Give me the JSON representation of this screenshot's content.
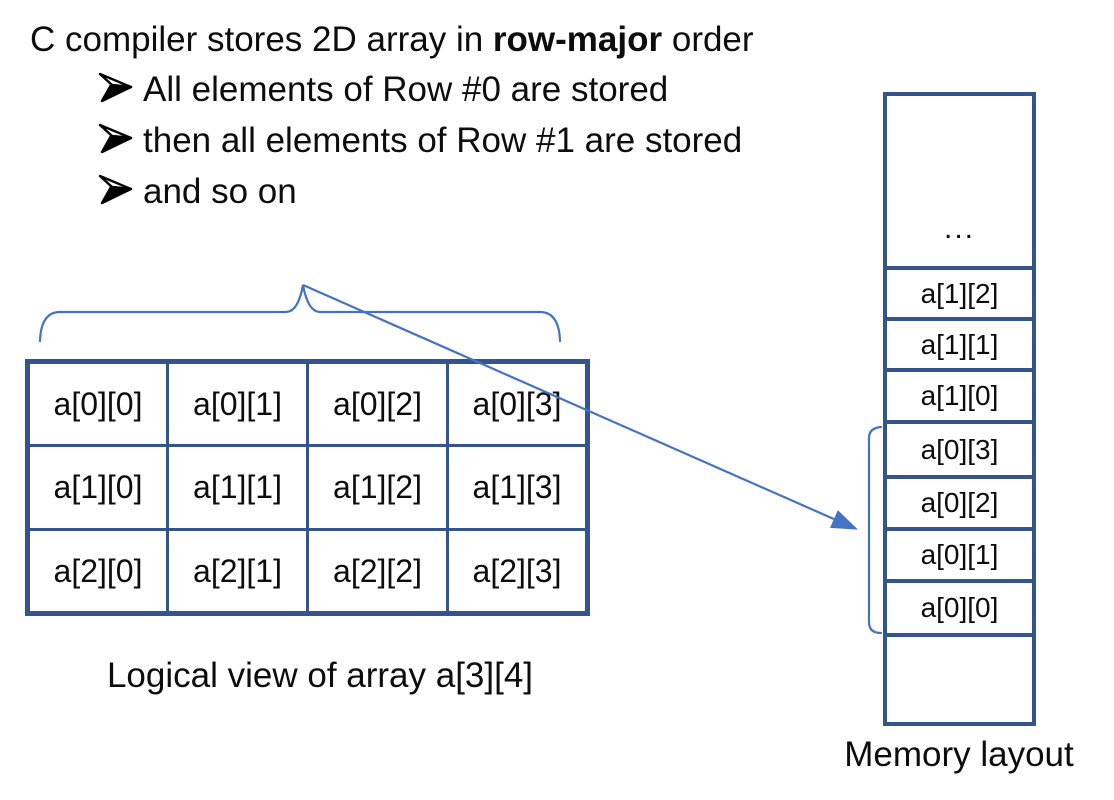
{
  "title": {
    "pre": "C compiler stores 2D array in ",
    "bold": "row-major",
    "post": " order"
  },
  "bullets": {
    "icon": "three-d-arrowhead-icon",
    "items": [
      {
        "text": "All elements of Row #0 are stored"
      },
      {
        "text": "then all elements of Row #1 are stored"
      },
      {
        "text": "and so on"
      }
    ]
  },
  "logical_table": {
    "rows": [
      [
        "a[0][0]",
        "a[0][1]",
        "a[0][2]",
        "a[0][3]"
      ],
      [
        "a[1][0]",
        "a[1][1]",
        "a[1][2]",
        "a[1][3]"
      ],
      [
        "a[2][0]",
        "a[2][1]",
        "a[2][2]",
        "a[2][3]"
      ]
    ],
    "caption": "Logical view of array a[3][4]"
  },
  "memory": {
    "ellipsis": "...",
    "cells_top_to_bottom": [
      "",
      "a[1][2]",
      "a[1][1]",
      "a[1][0]",
      "a[0][3]",
      "a[0][2]",
      "a[0][1]",
      "a[0][0]",
      ""
    ],
    "caption": "Memory layout"
  },
  "colors": {
    "border_navy": "#34558B",
    "annotation_blue": "#4472C4",
    "text_black": "#0d0d0d"
  }
}
